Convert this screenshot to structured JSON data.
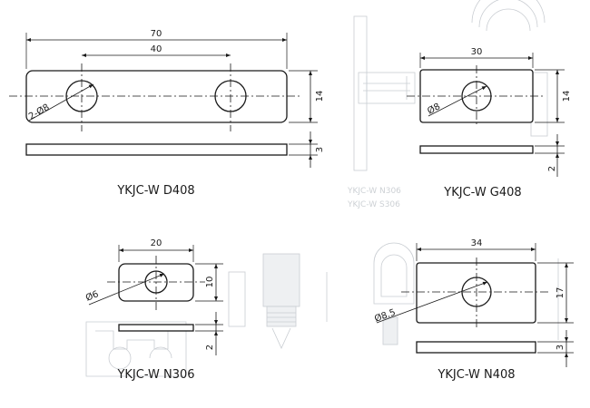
{
  "parts": [
    {
      "id": "d408",
      "model": "YKJC-W D408",
      "overall_length": "70",
      "hole_spacing": "40",
      "width": "14",
      "thickness": "3",
      "hole_callout": "2-Ø8"
    },
    {
      "id": "g408",
      "model": "YKJC-W G408",
      "overall_length": "30",
      "width": "14",
      "thickness": "2",
      "hole_callout": "Ø8"
    },
    {
      "id": "n306",
      "model": "YKJC-W N306",
      "overall_length": "20",
      "width": "10",
      "thickness": "2",
      "hole_callout": "Ø6"
    },
    {
      "id": "n408",
      "model": "YKJC-W N408",
      "overall_length": "34",
      "width": "17",
      "thickness": "3",
      "hole_callout": "Ø8.5"
    }
  ],
  "watermark_text": [
    "YKJC-W N306",
    "YKJC-W S306"
  ]
}
